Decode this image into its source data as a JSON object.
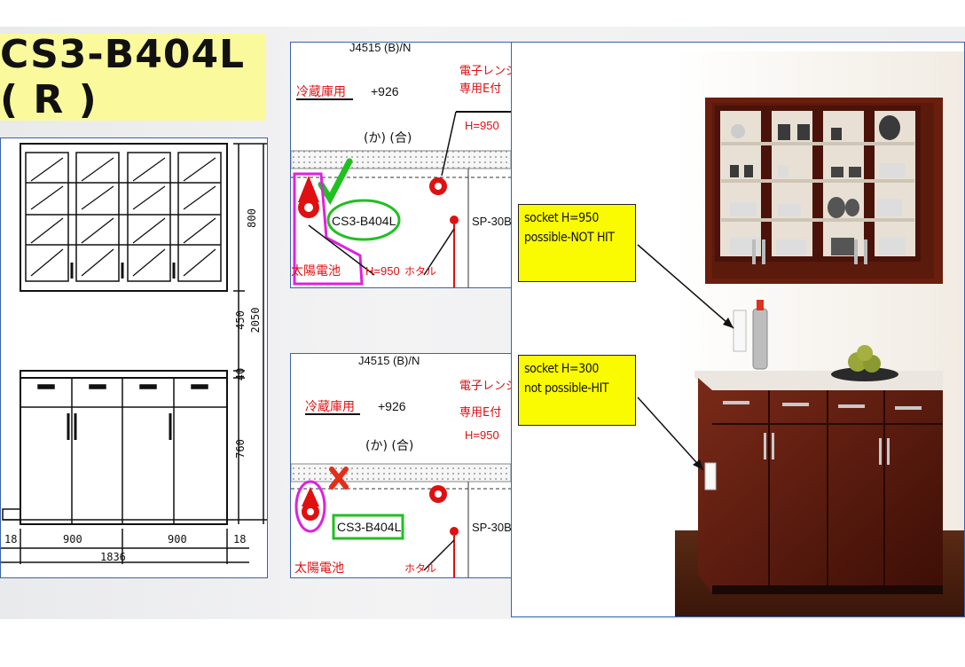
{
  "title": "CS3-B404L ( R )",
  "elevation": {
    "heights": {
      "upper": "800",
      "gap": "450",
      "counter": "40",
      "base": "760",
      "total": "2050"
    },
    "widths": {
      "left_end": "18",
      "left": "900",
      "right": "900",
      "right_end": "18",
      "total": "1836"
    }
  },
  "plan_top": {
    "header": "J4515 (B)/N",
    "fridge": "冷蔵庫用",
    "elevation_mark": "+926",
    "range_line1": "電子レンジ",
    "range_line2": "専用E付",
    "range_height": "H=950",
    "ka_go": "(か) (合)",
    "model_label": "CS3-B404L",
    "sp_label": "SP-30B",
    "solar": "太陽電池",
    "h950": "H=950",
    "hotaru": "ホタル",
    "mark": "check"
  },
  "plan_bottom": {
    "header": "J4515 (B)/N",
    "fridge": "冷蔵庫用",
    "elevation_mark": "+926",
    "range_line1": "電子レンジ",
    "range_line2": "専用E付",
    "range_height": "H=950",
    "ka_go": "(か) (合)",
    "model_label": "CS3-B404L",
    "sp_label": "SP-30B",
    "solar": "太陽電池",
    "hotaru": "ホタル",
    "mark": "cross"
  },
  "callouts": {
    "upper": {
      "line1": "socket H=950",
      "line2": "possible-NOT HIT"
    },
    "lower": {
      "line1": "socket H=300",
      "line2": "not possible-HIT"
    }
  },
  "colors": {
    "title_bg": "#fafa9c",
    "callout_bg": "#fbfb00",
    "red": "#e01010",
    "magenta": "#e020e0",
    "green": "#20c020",
    "cabinet": "#5a1a10"
  }
}
